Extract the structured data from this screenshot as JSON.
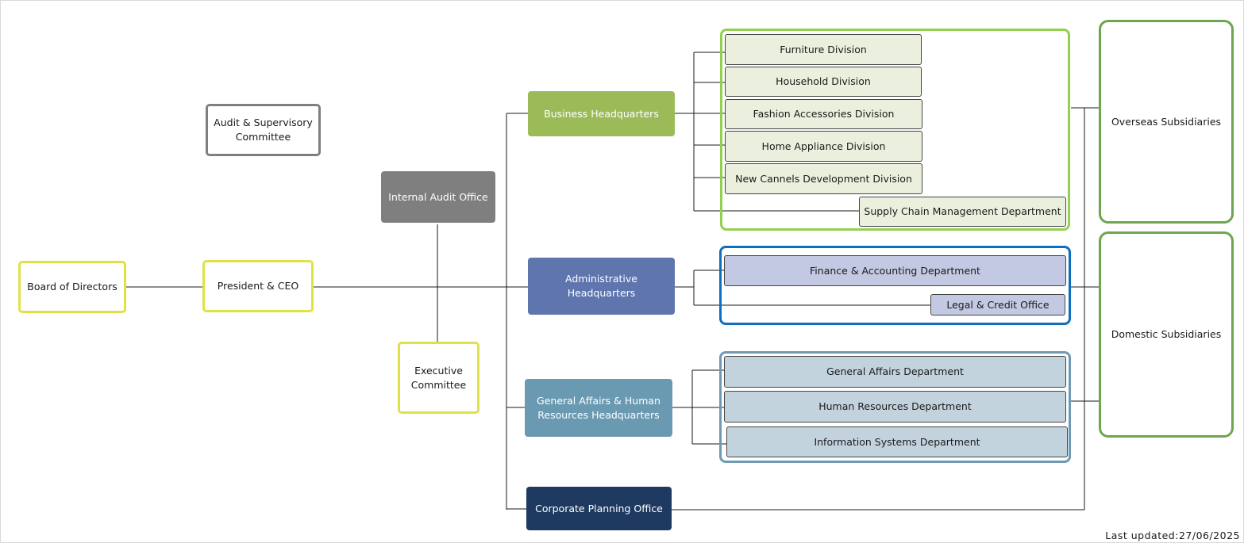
{
  "nodes": {
    "board": "Board of Directors",
    "president": "President & CEO",
    "audit_committee": "Audit & Supervisory Committee",
    "internal_audit": "Internal Audit Office",
    "executive_committee": "Executive Committee",
    "business_hq": "Business Headquarters",
    "admin_hq": "Administrative Headquarters",
    "ga_hr_hq": "General Affairs & Human Resources Headquarters",
    "corporate_planning": "Corporate Planning Office",
    "overseas": "Overseas Subsidiaries",
    "domestic": "Domestic Subsidiaries"
  },
  "business_divisions": [
    "Furniture Division",
    "Household Division",
    "Fashion Accessories Division",
    "Home Appliance Division",
    "New Cannels Development Division",
    "Supply Chain Management Department"
  ],
  "admin_departments": [
    "Finance & Accounting Department",
    "Legal & Credit Office"
  ],
  "ga_departments": [
    "General Affairs Department",
    "Human Resources Department",
    "Information Systems Department"
  ],
  "footer": {
    "last_updated": "Last updated:27/06/2025"
  },
  "colors": {
    "business_hq": "#9bbb59",
    "admin_hq": "#5f75ae",
    "ga_hr_hq": "#6a9ab2",
    "corporate_planning": "#1f3a60",
    "internal_audit": "#7f7f7f",
    "business_group_border": "#92d050",
    "admin_group_border": "#0f6fbf",
    "ga_group_border": "#6e9ab5",
    "subsidiary_border": "#6ea54f",
    "top_level_border": "#dfe246"
  }
}
